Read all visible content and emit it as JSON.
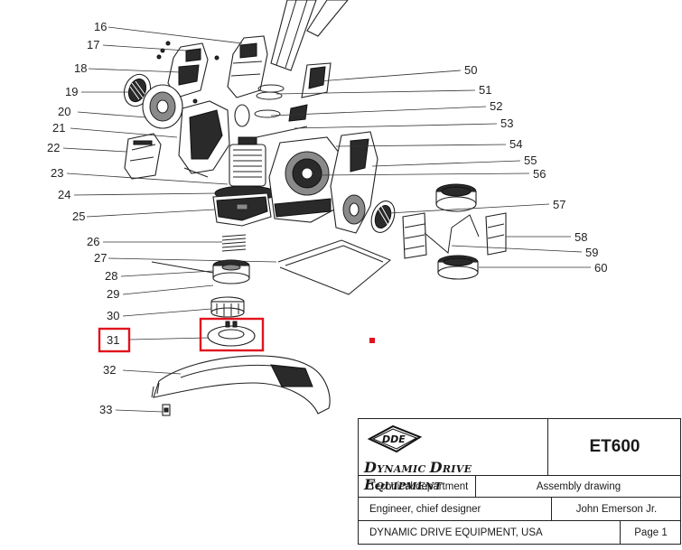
{
  "diagram": {
    "callouts": [
      "16",
      "17",
      "18",
      "19",
      "20",
      "21",
      "22",
      "23",
      "24",
      "25",
      "26",
      "27",
      "28",
      "29",
      "30",
      "31",
      "32",
      "33",
      "50",
      "51",
      "52",
      "53",
      "54",
      "55",
      "56",
      "57",
      "58",
      "59",
      "60"
    ],
    "highlighted_callout": "31",
    "highlight_color": "#e0141e"
  },
  "title_block": {
    "logo_text": "DDE",
    "brand_name": "Dynamic Drive Equipment",
    "model": "ET600",
    "department_label": "Technical department",
    "drawing_type": "Assembly drawing",
    "designer_label": "Engineer, chief designer",
    "designer_name": "John Emerson Jr.",
    "company": "DYNAMIC DRIVE EQUIPMENT, USA",
    "page": "Page 1"
  }
}
